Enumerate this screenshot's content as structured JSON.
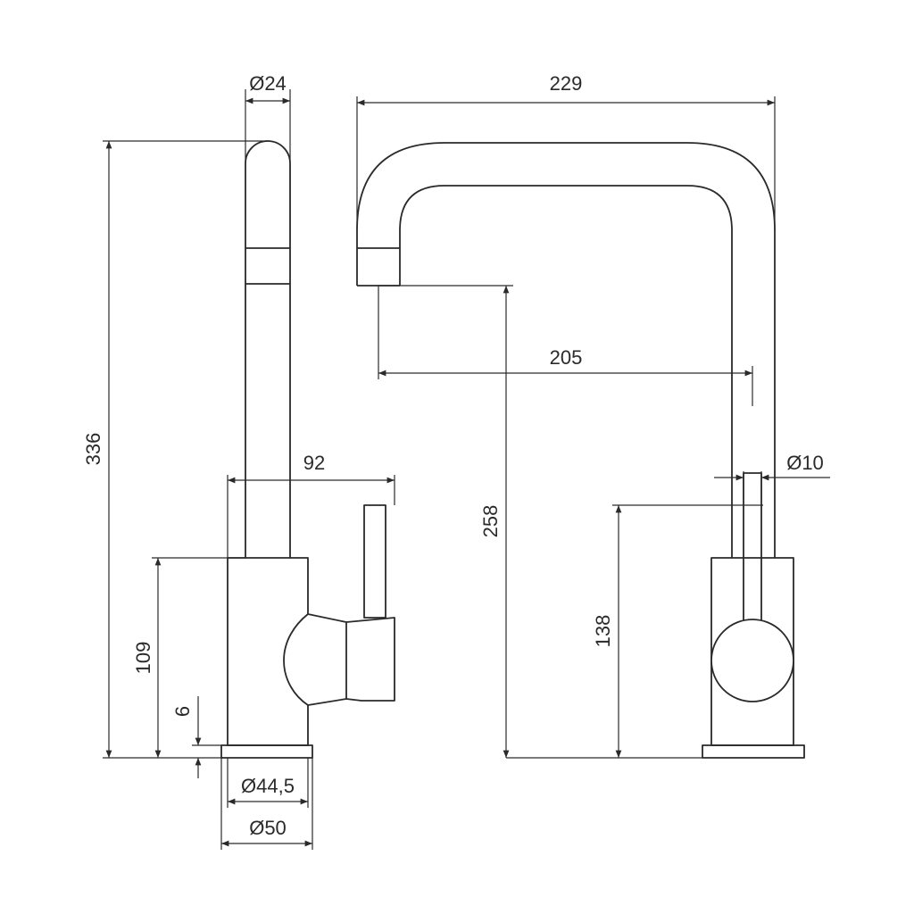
{
  "drawing": {
    "colors": {
      "line": "#2a2a2a",
      "background": "#ffffff"
    },
    "side_view": {
      "dim_spout_diameter": "Ø24",
      "dim_total_height": "336",
      "dim_handle_reach": "92",
      "dim_body_height": "109",
      "dim_base_thickness": "6",
      "dim_base_inner_diameter": "Ø44,5",
      "dim_base_outer_diameter": "Ø50"
    },
    "front_view": {
      "dim_total_width": "229",
      "dim_spout_reach": "205",
      "dim_spout_outlet_height": "258",
      "dim_handle_height": "138",
      "dim_lever_diameter": "Ø10"
    }
  }
}
